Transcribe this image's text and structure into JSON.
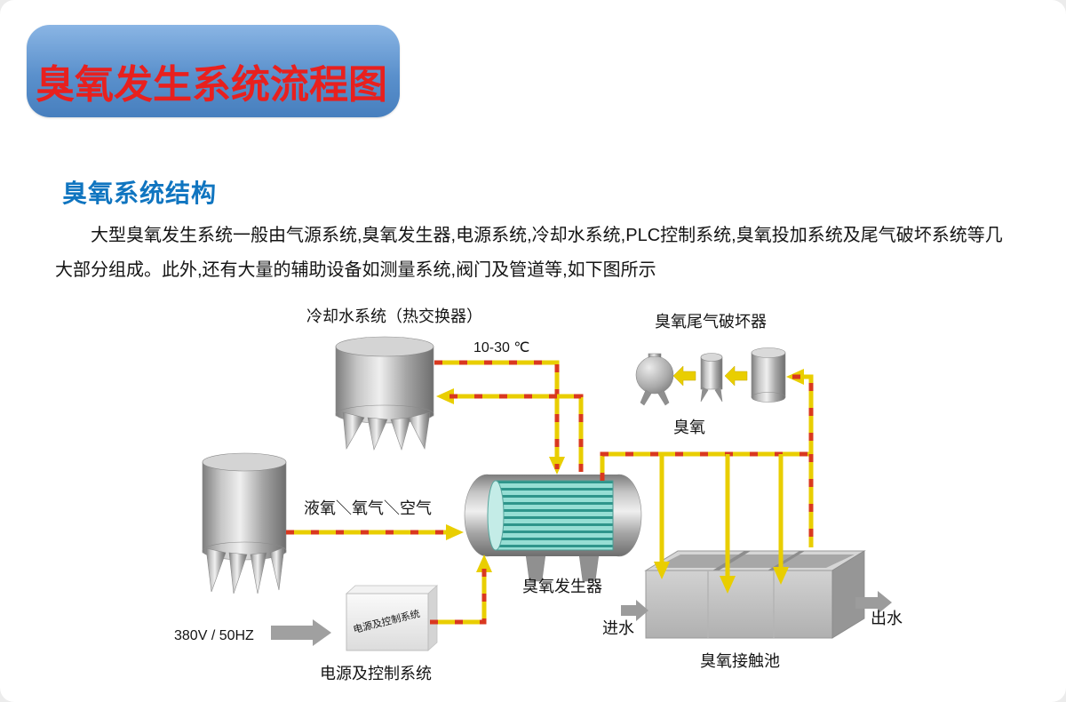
{
  "banner": {
    "title": "臭氧发生系统流程图"
  },
  "section": {
    "heading": "臭氧系统结构",
    "paragraph": "大型臭氧发生系统一般由气源系统,臭氧发生器,电源系统,冷却水系统,PLC控制系统,臭氧投加系统及尾气破坏系统等几大部分组成。此外,还有大量的辅助设备如测量系统,阀门及管道等,如下图所示"
  },
  "diagram": {
    "labels": {
      "cooling_system": "冷却水系统（热交换器）",
      "temperature": "10-30 ℃",
      "tail_gas_destructor": "臭氧尾气破坏器",
      "ozone": "臭氧",
      "feed_gas": "液氧＼氧气＼空气",
      "ozone_generator": "臭氧发生器",
      "power_rating": "380V / 50HZ",
      "power_system": "电源及控制系统",
      "water_in": "进水",
      "water_out": "出水",
      "contact_pool": "臭氧接触池"
    },
    "colors": {
      "pipe_yellow": "#e9ce00",
      "pipe_red_dash": "#d9381f",
      "tube_teal": "#96ded4",
      "tube_teal_dark": "#2e958b",
      "metal_gray": "#a5a5a5",
      "flow_arrow_gray": "#9c9c9c",
      "banner_blue_top": "#8ab5e4",
      "banner_blue_bottom": "#477fbe",
      "banner_text_red": "#e8201e",
      "heading_blue": "#1075c0"
    }
  }
}
